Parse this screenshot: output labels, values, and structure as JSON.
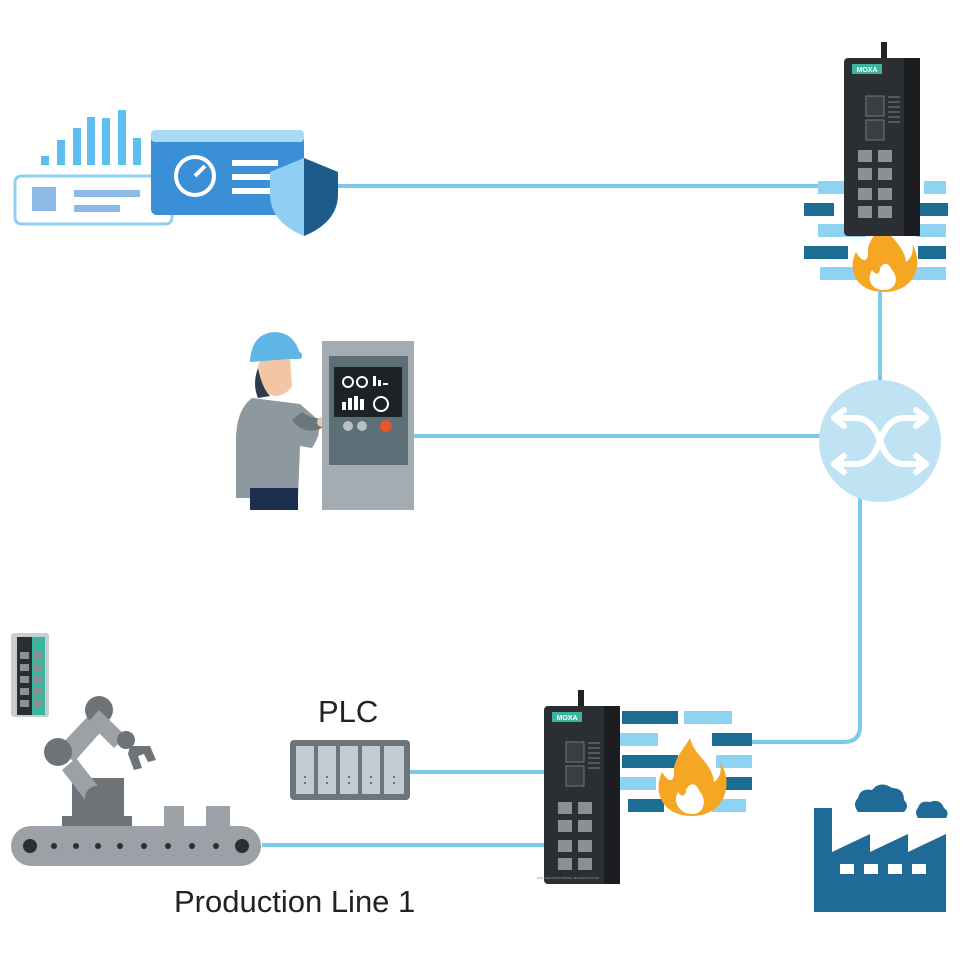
{
  "labels": {
    "plc": "PLC",
    "production_line": "Production Line 1"
  },
  "device": {
    "brand": "MOXA",
    "product_caption": "EDR-G9010 INDUSTRIAL SECURE ROUTER"
  },
  "colors": {
    "connection_line": "#7cc9ec",
    "brick_light": "#8fd3f2",
    "brick_dark": "#1c6d94",
    "flame_outer": "#f5a623",
    "flame_inner": "#ffffff",
    "switch_circle": "#bfe3f3",
    "device_body": "#2b2e33",
    "device_accent": "#3ab5a0",
    "factory": "#1f6a96",
    "panel_blue": "#3b8fd6",
    "shield_dark": "#1d5b8a",
    "shield_light": "#8fd0f2",
    "conveyor": "#9ba1a6",
    "robot_arm": "#6e7378",
    "worker_helmet": "#5fb5e6",
    "control_cabinet": "#a3acb3"
  }
}
